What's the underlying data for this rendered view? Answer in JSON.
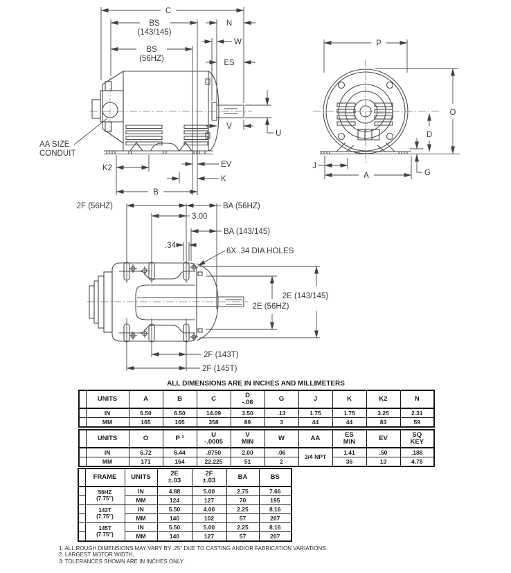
{
  "drawing": {
    "line_color": "#4a4a4a",
    "side": {
      "c": "C",
      "bs1": "BS",
      "bs1f": "(143/145)",
      "bs2": "BS",
      "bs2f": "(56HZ)",
      "n": "N",
      "w": "W",
      "es": "ES",
      "v": "V",
      "u": "U",
      "aa1": "AA SIZE",
      "aa2": "CONDUIT",
      "k2": "K2",
      "ev": "EV",
      "k": "K",
      "b": "B"
    },
    "front": {
      "p": "P",
      "o": "O",
      "d": "D",
      "g": "G",
      "j": "J",
      "a": "A"
    },
    "bottom": {
      "f56": "2F (56HZ)",
      "d300": "3.00",
      "ba56": "BA (56HZ)",
      "ba143": "BA (143/145)",
      "d34": ".34",
      "holes": "6X .34 DIA HOLES",
      "e143": "2E (143/145)",
      "e56": "2E (56HZ)",
      "f143t": "2F (143T)",
      "f145t": "2F (145T)"
    }
  },
  "tables": {
    "title": "ALL DIMENSIONS ARE IN INCHES AND MILLIMETERS",
    "dim1": {
      "headers": [
        "UNITS",
        "A",
        "B",
        "C",
        "D\n-.06",
        "G",
        "J",
        "K",
        "K2",
        "N"
      ],
      "rows": [
        [
          "IN",
          "6.50",
          "6.50",
          "14.09",
          "3.50",
          ".13",
          "1.75",
          "1.75",
          "3.25",
          "2.31"
        ],
        [
          "MM",
          "165",
          "165",
          "358",
          "89",
          "3",
          "44",
          "44",
          "83",
          "59"
        ]
      ]
    },
    "dim2": {
      "headers": [
        "UNITS",
        "O",
        "P ²",
        "U\n-.0005",
        "V\nMIN",
        "W",
        "AA",
        "ES\nMIN",
        "EV",
        "SQ\nKEY"
      ],
      "aa": "3/4 NPT",
      "rows_in": [
        "IN",
        "6.72",
        "6.44",
        ".8750",
        "2.00",
        ".06",
        "1.41",
        ".50",
        ".188"
      ],
      "rows_mm": [
        "MM",
        "171",
        "164",
        "22.225",
        "51",
        "2",
        "36",
        "13",
        "4.78"
      ]
    },
    "frame": {
      "headers": [
        "FRAME",
        "UNITS",
        "2E\n±.03",
        "2F\n±.03",
        "BA",
        "BS"
      ],
      "groups": [
        {
          "label": "56HZ\n(7.75\")",
          "rows": [
            [
              "IN",
              "4.88",
              "5.00",
              "2.75",
              "7.66"
            ],
            [
              "MM",
              "124",
              "127",
              "70",
              "195"
            ]
          ]
        },
        {
          "label": "143T\n(7.75\")",
          "rows": [
            [
              "IN",
              "5.50",
              "4.00",
              "2.25",
              "8.16"
            ],
            [
              "MM",
              "140",
              "102",
              "57",
              "207"
            ]
          ]
        },
        {
          "label": "145T\n(7.75\")",
          "rows": [
            [
              "IN",
              "5.50",
              "5.00",
              "2.25",
              "8.16"
            ],
            [
              "MM",
              "140",
              "127",
              "57",
              "207"
            ]
          ]
        }
      ]
    }
  },
  "notes": [
    "1. ALL ROUGH DIMENSIONS MAY VARY BY .25\" DUE TO CASTING AND/OR FABRICATION VARIATIONS.",
    "2. LARGEST MOTOR WIDTH.",
    "3: TOLERANCES SHOWN ARE IN INCHES ONLY."
  ]
}
